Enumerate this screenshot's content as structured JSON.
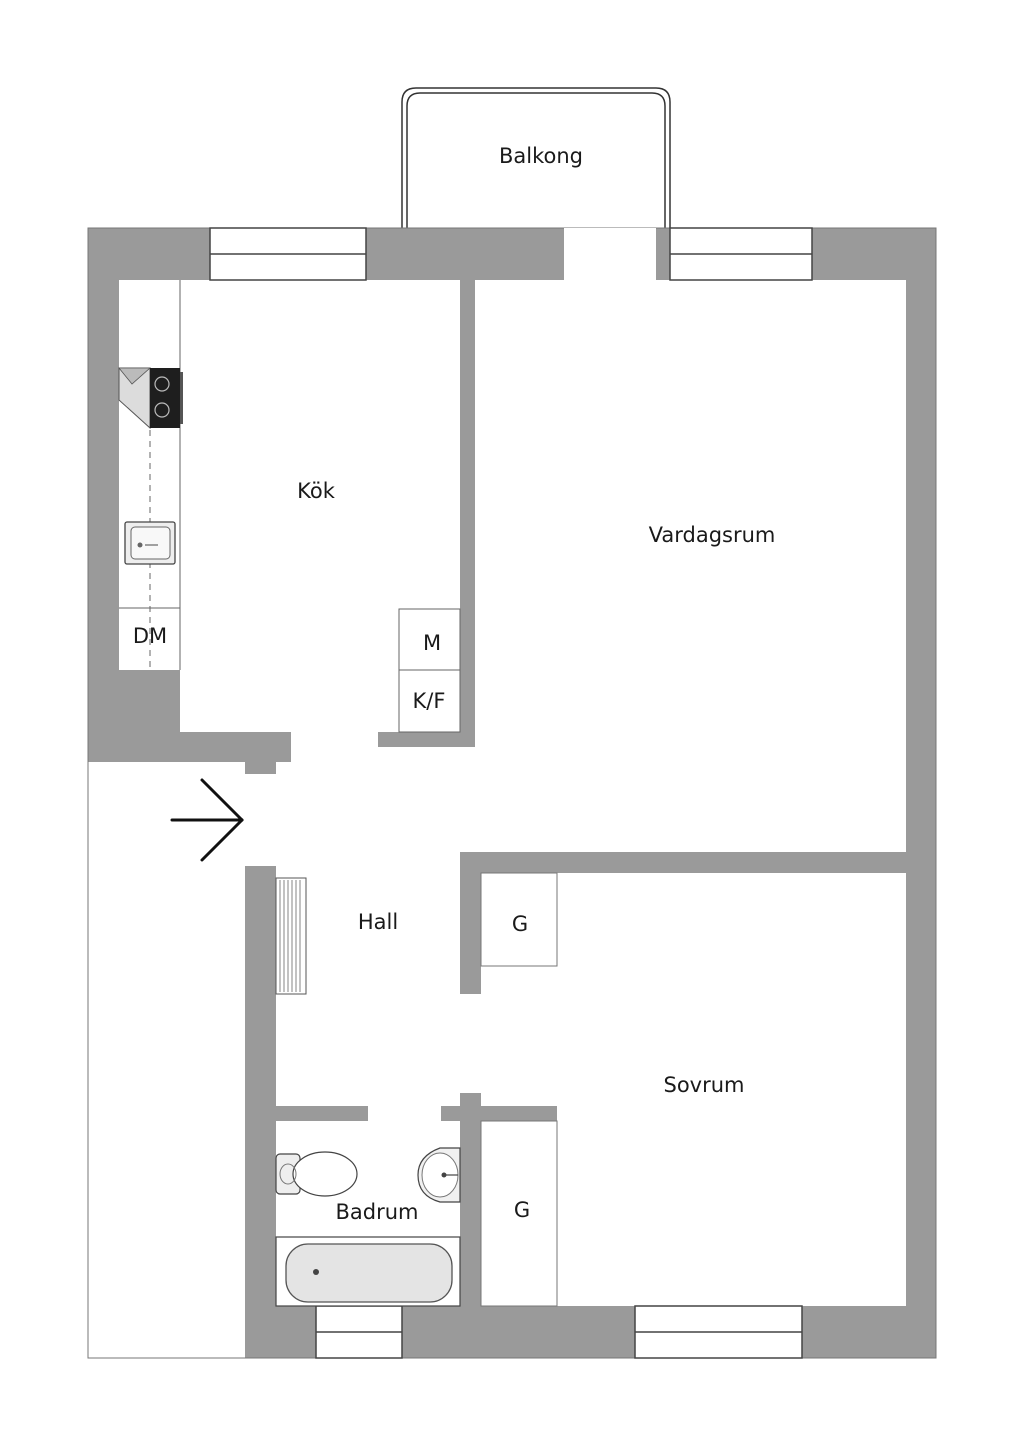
{
  "colors": {
    "wall": "#9a9a9a",
    "line": "#333333",
    "background": "#ffffff",
    "fixture_fill": "#e8e8e8",
    "stove": "#1e1e1e"
  },
  "rooms": {
    "balcony": "Balkong",
    "kitchen": "Kök",
    "living_room": "Vardagsrum",
    "hall": "Hall",
    "bedroom": "Sovrum",
    "bathroom": "Badrum"
  },
  "fixtures": {
    "dishwasher": "DM",
    "microwave": "M",
    "fridge_freezer": "K/F",
    "wardrobe_upper": "G",
    "wardrobe_lower": "G"
  },
  "icons": {
    "entrance": "entrance-arrow-icon",
    "stove": "stove-icon",
    "sink": "kitchen-sink-icon",
    "radiator": "radiator-icon",
    "toilet": "toilet-icon",
    "washbasin": "washbasin-icon",
    "bathtub": "bathtub-icon"
  }
}
